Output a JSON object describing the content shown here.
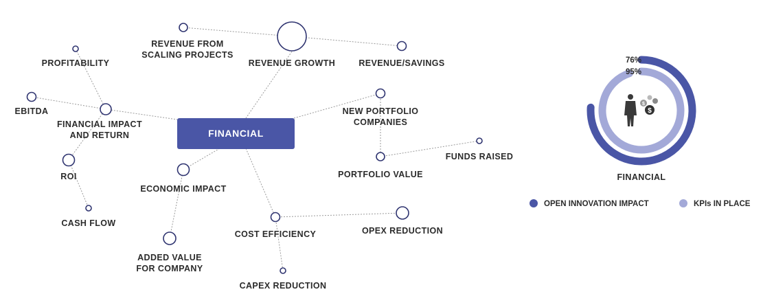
{
  "mindmap": {
    "center": "FINANCIAL",
    "nodes": {
      "revenue_from_scaling": [
        "REVENUE FROM",
        "SCALING PROJECTS"
      ],
      "revenue_growth": [
        "REVENUE GROWTH"
      ],
      "revenue_savings": [
        "REVENUE/SAVINGS"
      ],
      "profitability": [
        "PROFITABILITY"
      ],
      "ebitda": [
        "EBITDA"
      ],
      "financial_impact": [
        "FINANCIAL IMPACT",
        "AND RETURN"
      ],
      "roi": [
        "ROI"
      ],
      "cash_flow": [
        "CASH FLOW"
      ],
      "economic_impact": [
        "ECONOMIC IMPACT"
      ],
      "added_value": [
        "ADDED VALUE",
        "FOR COMPANY"
      ],
      "cost_efficiency": [
        "COST EFFICIENCY"
      ],
      "capex_reduction": [
        "CAPEX REDUCTION"
      ],
      "opex_reduction": [
        "OPEX REDUCTION"
      ],
      "new_portfolio": [
        "NEW PORTFOLIO",
        "COMPANIES"
      ],
      "portfolio_value": [
        "PORTFOLIO VALUE"
      ],
      "funds_raised": [
        "FUNDS RAISED"
      ]
    }
  },
  "kpi_chart": {
    "title": "FINANCIAL",
    "rings": [
      {
        "name": "OPEN INNOVATION IMPACT",
        "value": 76,
        "label": "76%",
        "color": "#4a56a6"
      },
      {
        "name": "KPIs IN PLACE",
        "value": 95,
        "label": "95%",
        "color": "#a3a9d8"
      }
    ],
    "icons": [
      "businessman-icon",
      "dollar-coins-icon"
    ]
  },
  "chart_data": {
    "type": "pie",
    "title": "FINANCIAL",
    "series": [
      {
        "name": "OPEN INNOVATION IMPACT",
        "values": [
          76
        ]
      },
      {
        "name": "KPIs IN PLACE",
        "values": [
          95
        ]
      }
    ],
    "unit": "%",
    "legend": "bottom"
  },
  "colors": {
    "accent": "#4a56a6",
    "accent_light": "#a3a9d8",
    "node_stroke": "#2f3470"
  }
}
